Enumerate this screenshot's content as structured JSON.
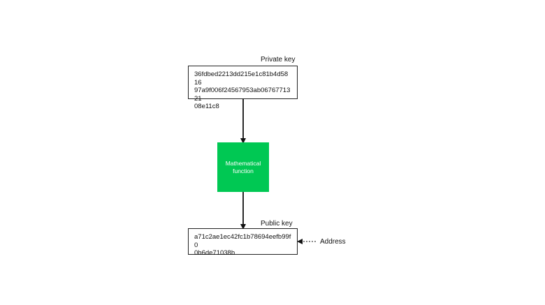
{
  "private_key": {
    "label": "Private key",
    "lines": [
      "36fdbed2213dd215e1c81b4d5816",
      "97a9f006f24567953ab0676771321",
      "08e11c8"
    ]
  },
  "function_box": {
    "lines": [
      "Mathematical",
      "function"
    ],
    "color": "#00c853"
  },
  "public_key": {
    "label": "Public key",
    "lines": [
      "a71c2ae1ec42fc1b78694eefb99f0",
      "0b6de71038b"
    ]
  },
  "address": {
    "label": "Address"
  }
}
